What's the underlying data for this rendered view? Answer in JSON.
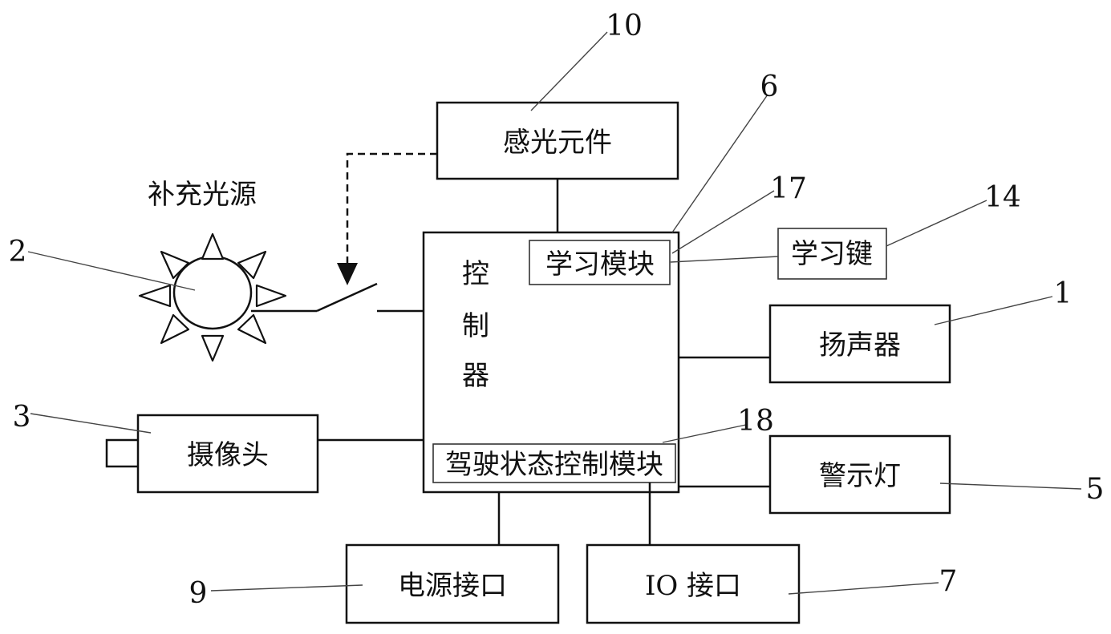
{
  "components": {
    "photosensor": "感光元件",
    "supplementary_light": "补充光源",
    "controller": [
      "控",
      "制",
      "器"
    ],
    "learning_module": "学习模块",
    "learning_key": "学习键",
    "speaker": "扬声器",
    "camera": "摄像头",
    "driving_state_module": "驾驶状态控制模块",
    "warning_light": "警示灯",
    "power_interface": "电源接口",
    "io_interface": "IO 接口"
  },
  "callouts": {
    "photosensor": "10",
    "controller": "6",
    "learning_module": "17",
    "learning_key": "14",
    "light_source": "2",
    "speaker": "1",
    "camera": "3",
    "driving_state_module": "18",
    "warning_light": "5",
    "power_interface": "9",
    "io_interface": "7"
  }
}
